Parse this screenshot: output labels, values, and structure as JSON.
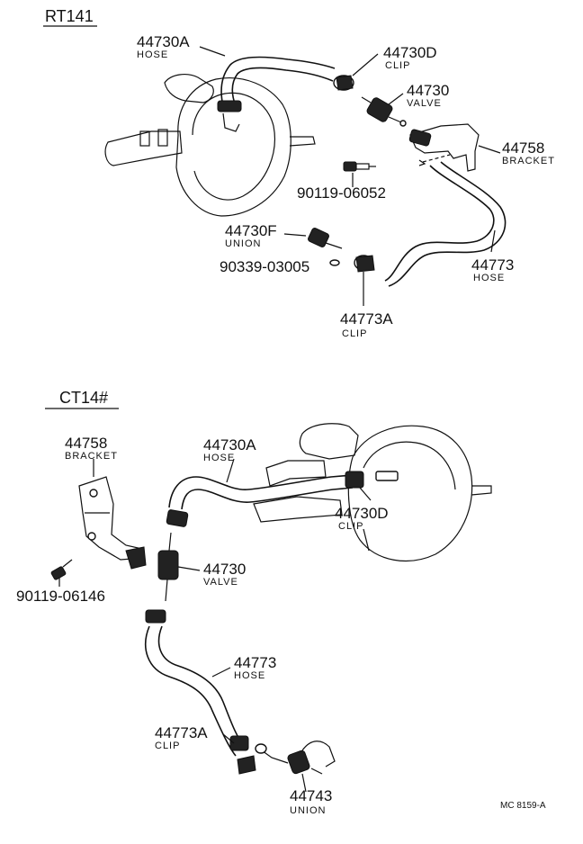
{
  "sections": {
    "top": {
      "title": "RT141"
    },
    "bottom": {
      "title": "CT14#"
    }
  },
  "top_parts": {
    "hose_a": {
      "number": "44730A",
      "name": "HOSE"
    },
    "clip_d": {
      "number": "44730D",
      "name": "CLIP"
    },
    "valve": {
      "number": "44730",
      "name": "VALVE"
    },
    "bracket": {
      "number": "44758",
      "name": "BRACKET"
    },
    "bolt": {
      "number": "90119-06052"
    },
    "union_f": {
      "number": "44730F",
      "name": "UNION"
    },
    "gasket": {
      "number": "90339-03005"
    },
    "hose": {
      "number": "44773",
      "name": "HOSE"
    },
    "clip_a": {
      "number": "44773A",
      "name": "CLIP"
    }
  },
  "bottom_parts": {
    "bracket": {
      "number": "44758",
      "name": "BRACKET"
    },
    "bolt": {
      "number": "90119-06146"
    },
    "hose_a": {
      "number": "44730A",
      "name": "HOSE"
    },
    "clip_d": {
      "number": "44730D",
      "name": "CLIP"
    },
    "valve": {
      "number": "44730",
      "name": "VALVE"
    },
    "hose": {
      "number": "44773",
      "name": "HOSE"
    },
    "clip_a": {
      "number": "44773A",
      "name": "CLIP"
    },
    "union": {
      "number": "44743",
      "name": "UNION"
    }
  },
  "footer": {
    "code": "MC 8159-A"
  }
}
